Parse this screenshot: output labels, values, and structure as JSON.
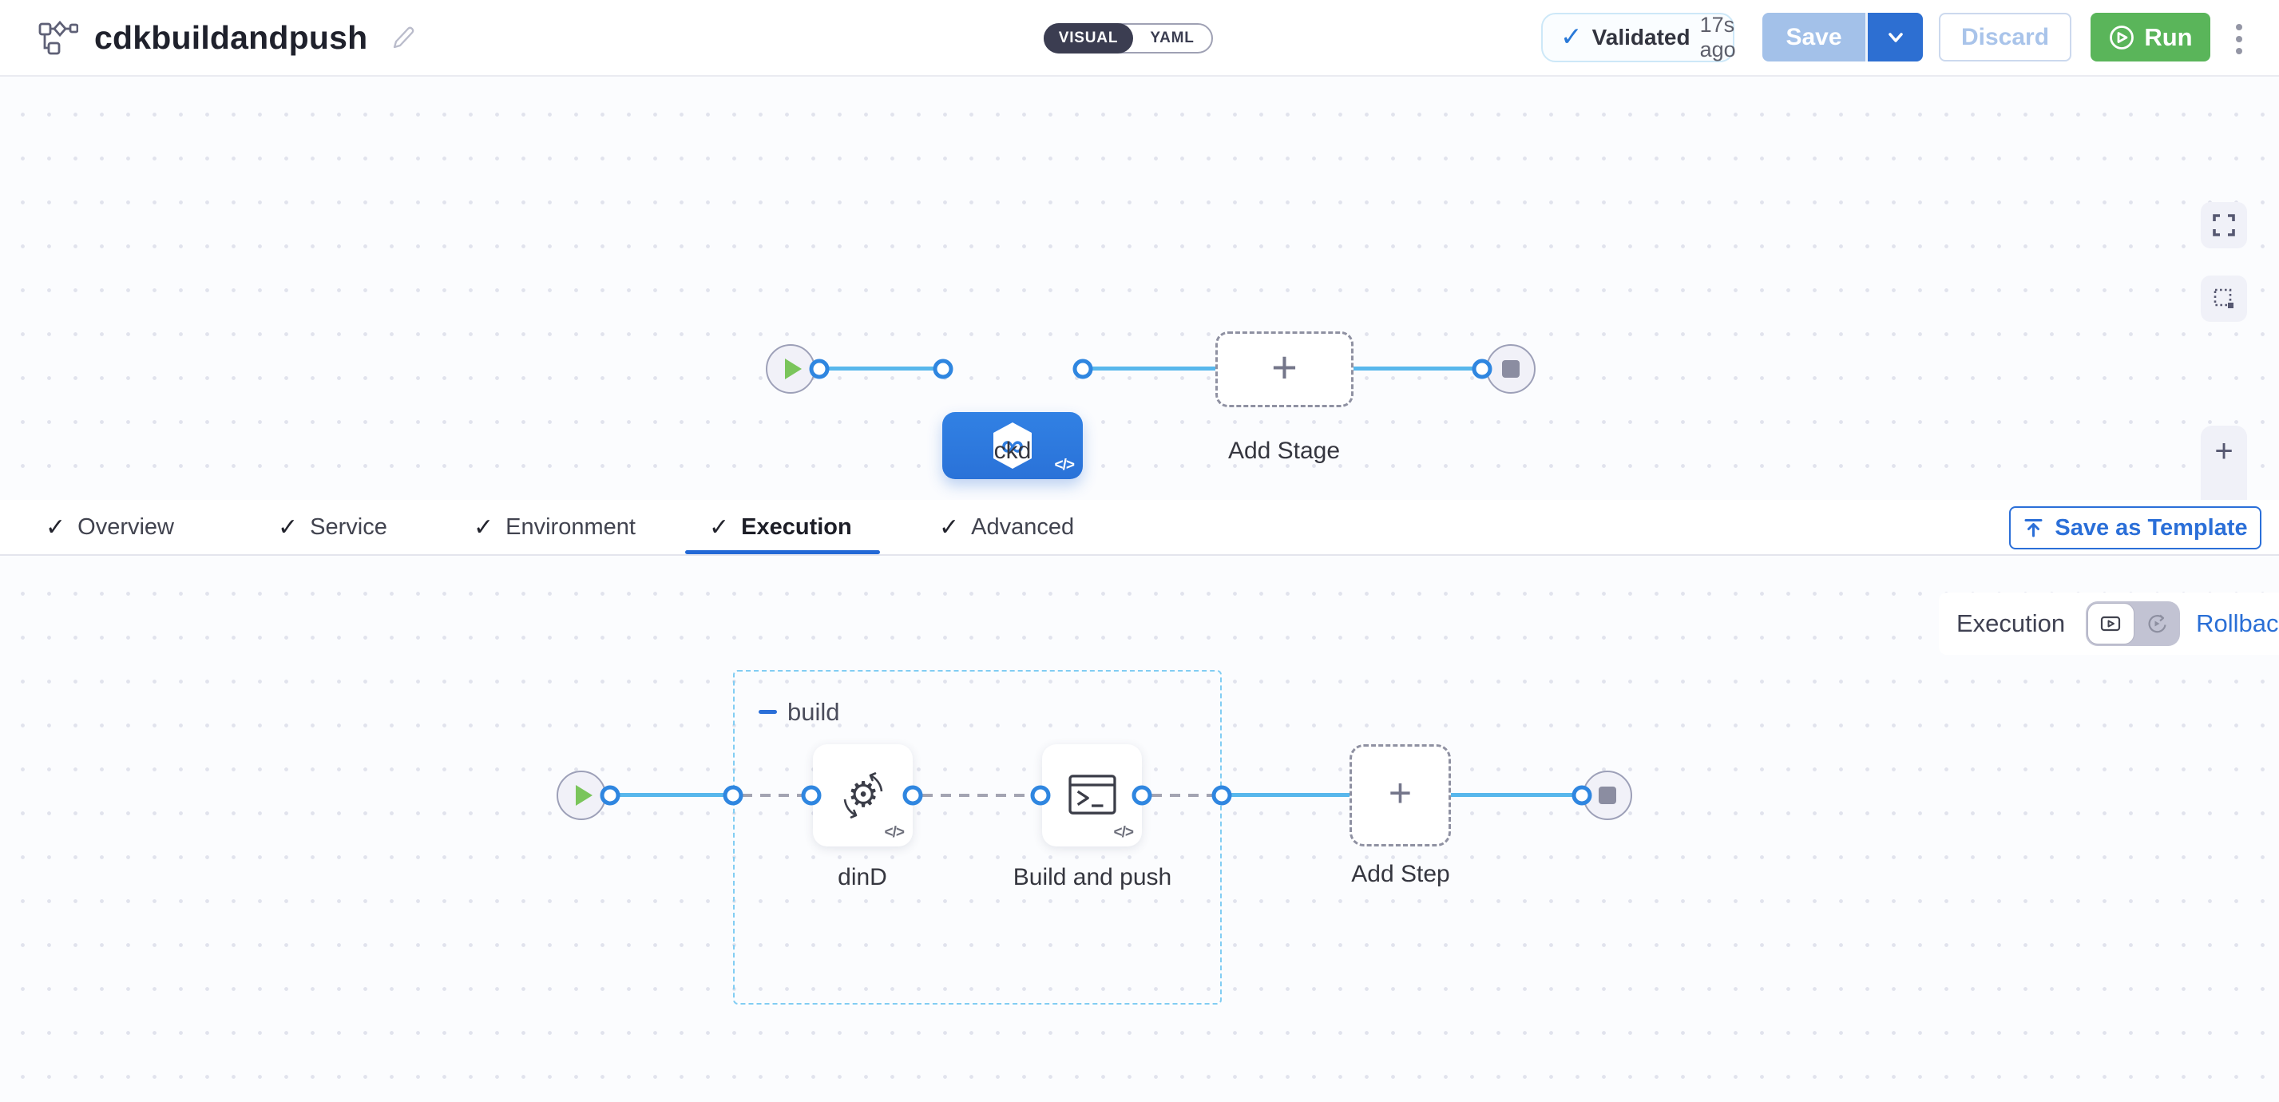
{
  "header": {
    "title": "cdkbuildandpush",
    "mode_toggle": {
      "visual": "VISUAL",
      "yaml": "YAML",
      "selected": "VISUAL"
    },
    "validated_chip": {
      "label": "Validated",
      "time_ago": "17s ago"
    },
    "buttons": {
      "save": "Save",
      "discard": "Discard",
      "run": "Run"
    }
  },
  "stage_graph": {
    "stage_label": "ckd",
    "add_stage_label": "Add Stage"
  },
  "tabs": {
    "items": [
      {
        "label": "Overview",
        "checked": true
      },
      {
        "label": "Service",
        "checked": true
      },
      {
        "label": "Environment",
        "checked": true
      },
      {
        "label": "Execution",
        "checked": true,
        "active": true
      },
      {
        "label": "Advanced",
        "checked": true
      }
    ],
    "save_as_template": "Save as Template"
  },
  "execution_toolbar": {
    "label": "Execution",
    "rollback": "Rollback"
  },
  "execution_graph": {
    "group_label": "build",
    "steps": [
      {
        "label": "dinD"
      },
      {
        "label": "Build and push"
      }
    ],
    "add_step_label": "Add Step"
  },
  "glyphs": {
    "check": "✓",
    "plus": "+",
    "minus": "−",
    "code_badge": "</>",
    "infinity": "∞"
  },
  "colors": {
    "accent_blue": "#2b6fd8",
    "node_blue": "#2e7add",
    "run_green": "#5ab55a",
    "save_disabled_blue": "#a3c1e9",
    "connector_blue": "#58b7ec",
    "dashed_gray": "#a3a4b2",
    "group_dashed_blue": "#82cdf3",
    "link_blue": "#2a6fd6"
  }
}
